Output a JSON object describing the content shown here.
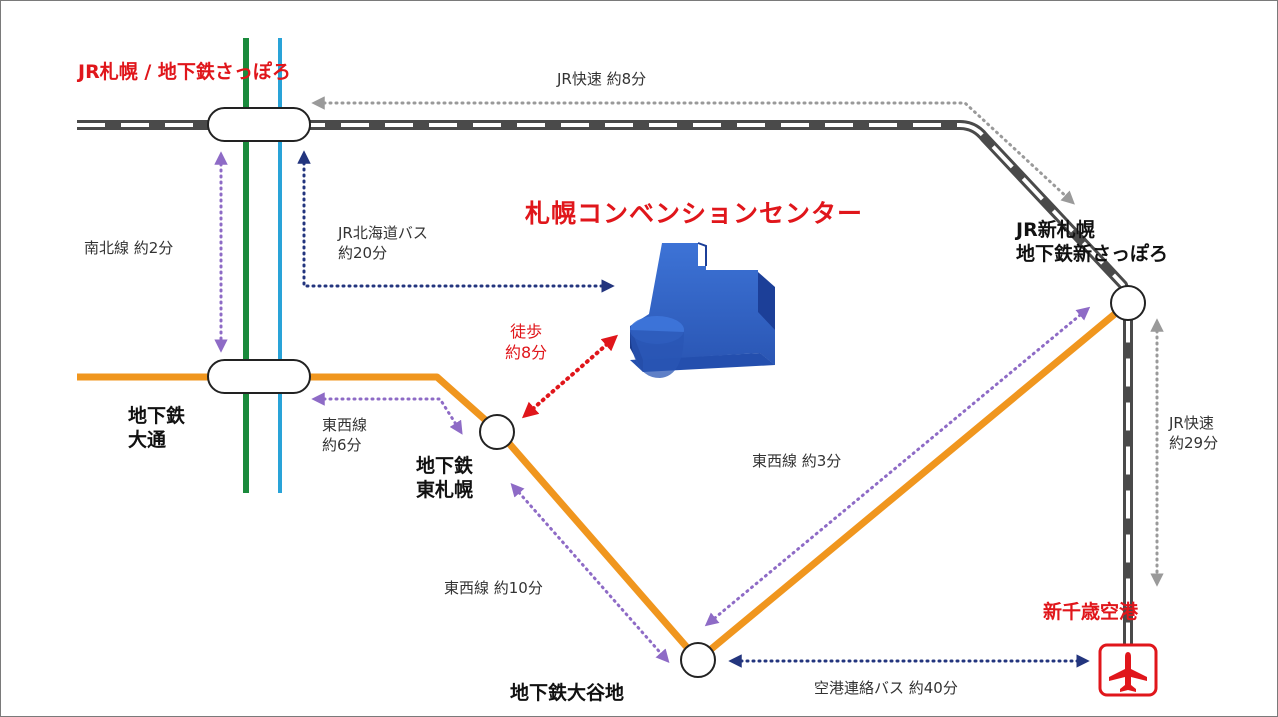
{
  "stations": {
    "sapporo": "JR札幌 / 地下鉄さっぽろ",
    "odori": "地下鉄\n大通",
    "higashi_sapporo": "地下鉄\n東札幌",
    "oyachi": "地下鉄大谷地",
    "shin_sapporo": "JR新札幌\n地下鉄新さっぽろ",
    "airport": "新千歳空港"
  },
  "venue": {
    "name": "札幌コンベンションセンター"
  },
  "routes": {
    "jr_rapid_sapporo": "JR快速 約8分",
    "namboku": "南北線 約2分",
    "jr_bus": "JR北海道バス\n約20分",
    "walk": "徒歩\n約8分",
    "tozai_6": "東西線\n約6分",
    "tozai_3": "東西線 約3分",
    "tozai_10": "東西線 約10分",
    "jr_rapid_airport": "JR快速\n約29分",
    "airport_bus": "空港連絡バス 約40分"
  },
  "icons": {
    "building": "convention-center-icon",
    "plane": "airplane-icon"
  },
  "colors": {
    "tozai": "#f0961e",
    "namboku": "#1a8a3c",
    "toho": "#29a3d8",
    "jr": "#4a4a4a",
    "accent": "#e0161b",
    "dots_purple": "#8e6bc6",
    "dots_navy": "#23357e",
    "dots_gray": "#9a9a9a",
    "building": "#2f5fbf"
  }
}
